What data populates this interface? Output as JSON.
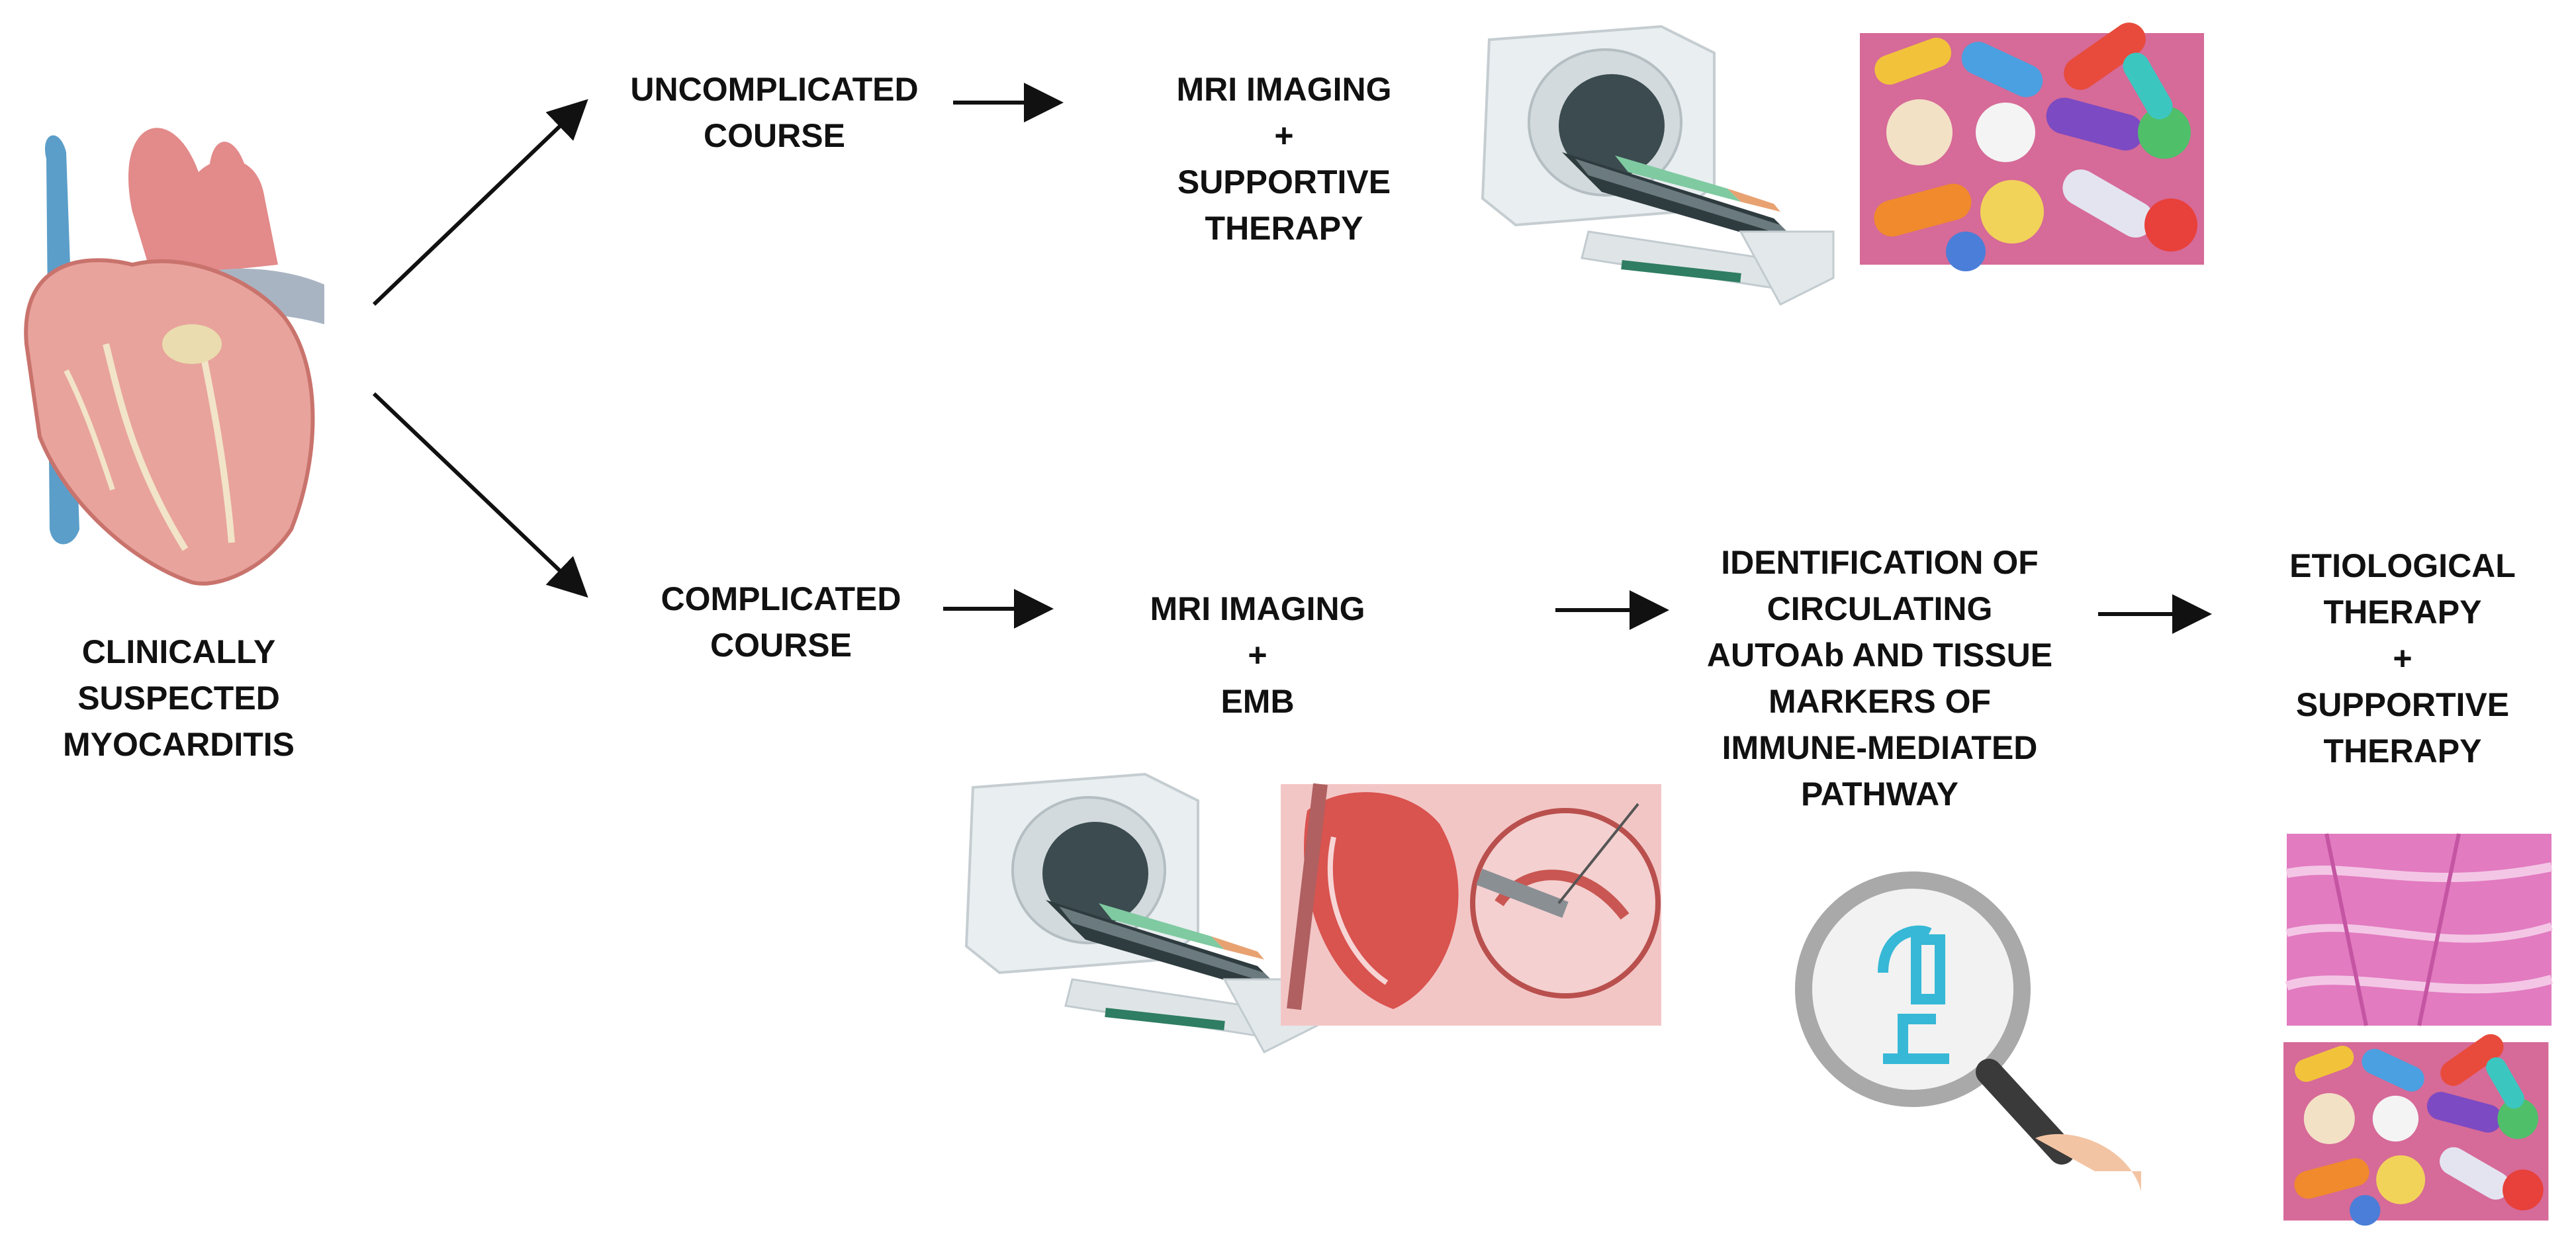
{
  "start": {
    "lines": [
      "CLINICALLY",
      "SUSPECTED",
      "MYOCARDITIS"
    ]
  },
  "uncomplicated": {
    "course": [
      "UNCOMPLICATED",
      "COURSE"
    ],
    "step": [
      "MRI IMAGING",
      "+",
      "SUPPORTIVE",
      "THERAPY"
    ]
  },
  "complicated": {
    "course": [
      "COMPLICATED",
      "COURSE"
    ],
    "step1": [
      "MRI IMAGING",
      "+",
      "EMB"
    ],
    "step2": [
      "IDENTIFICATION OF",
      "CIRCULATING",
      "AUTOAb AND TISSUE",
      "MARKERS OF",
      "IMMUNE-MEDIATED",
      "PATHWAY"
    ],
    "step3": [
      "ETIOLOGICAL",
      "THERAPY",
      "+",
      "SUPPORTIVE",
      "THERAPY"
    ]
  },
  "colors": {
    "text": "#111111",
    "heart": "#e8a39c",
    "aorta": "#e38a8a",
    "vein": "#5b9ec9",
    "pulmonary": "#a9b4c2",
    "histology": "#e27bc0",
    "lab_icon": "#36b8d6"
  },
  "icons": [
    "heart-illustration",
    "mri-scanner-icon",
    "pills-icon",
    "biopsy-icon",
    "magnifier-icon",
    "lab-microscope-icon",
    "histology-icon"
  ]
}
